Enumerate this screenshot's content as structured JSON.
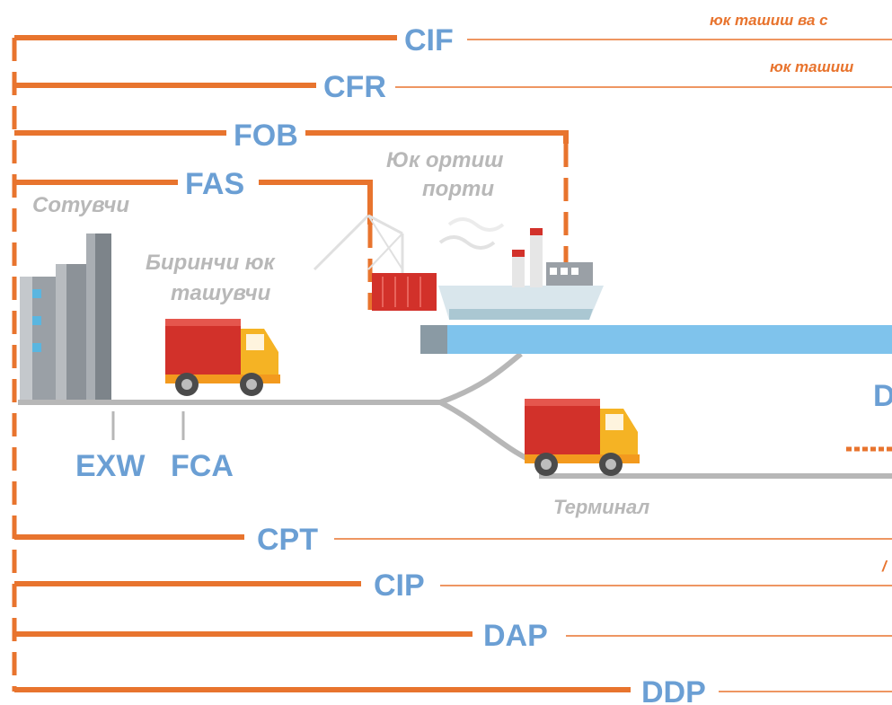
{
  "terms": {
    "cif": "CIF",
    "cfr": "CFR",
    "fob": "FOB",
    "fas": "FAS",
    "exw": "EXW",
    "fca": "FCA",
    "cpt": "CPT",
    "cip": "CIP",
    "dap": "DAP",
    "ddp": "DDP",
    "d_partial": "D"
  },
  "places": {
    "seller": "Сотувчи",
    "loading_port_line1": "Юк ортиш",
    "loading_port_line2": "порти",
    "first_carrier_line1": "Биринчи юк",
    "first_carrier_line2": "ташувчи",
    "terminal": "Терминал"
  },
  "notes": {
    "cif_note": "юк ташиш ва с",
    "cfr_note": "юк ташиш",
    "cip_note_partial": "/"
  },
  "colors": {
    "orange": "#e8742e",
    "label_blue": "#6b9fd4",
    "gray_text": "#b8b8b8",
    "road_gray": "#b7b7b7",
    "water_blue": "#7fc3ec",
    "container_red": "#d2312a",
    "truck_yellow": "#f5b324"
  }
}
